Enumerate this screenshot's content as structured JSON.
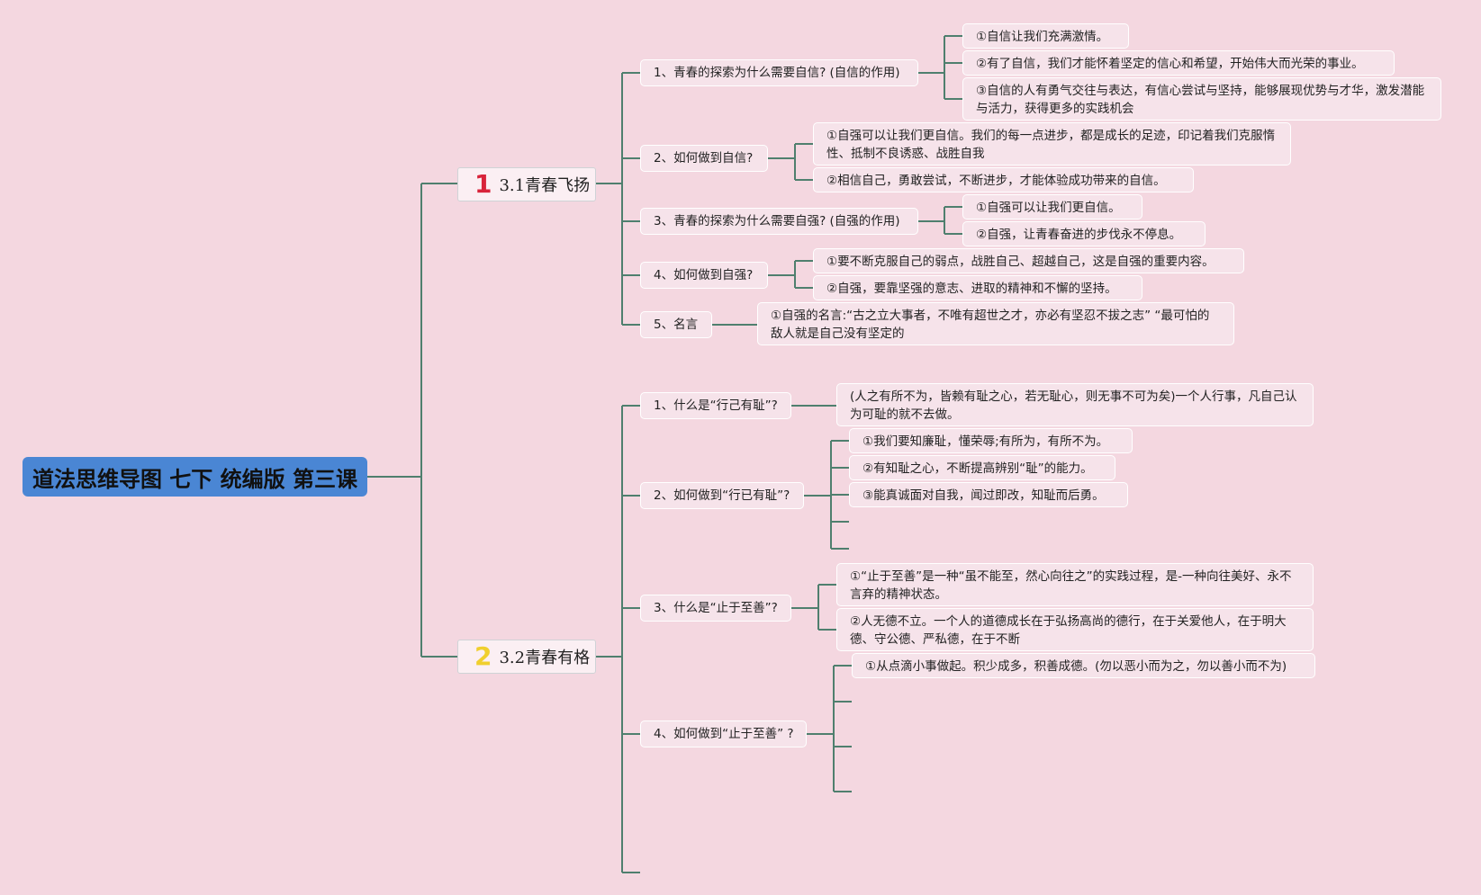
{
  "root": {
    "title": "道法思维导图 七下 统编版 第三课"
  },
  "branches": [
    {
      "number": "1",
      "label": "3.1青春飞扬",
      "number_color": "#d8233a"
    },
    {
      "number": "2",
      "label": "3.2青春有格",
      "number_color": "#f0cf2e"
    }
  ],
  "b1": {
    "q1": {
      "label": "1、青春的探索为什么需要自信? (自信的作用)",
      "answers": [
        "①自信让我们充满激情。",
        "②有了自信，我们才能怀着坚定的信心和希望，开始伟大而光荣的事业。",
        "③自信的人有勇气交往与表达，有信心尝试与坚持，能够展现优势与才华，激发潜能与活力，获得更多的实践机会"
      ]
    },
    "q2": {
      "label": "2、如何做到自信?",
      "answers": [
        "①自强可以让我们更自信。我们的每一点进步，都是成长的足迹，印记着我们克服惰性、抵制不良诱惑、战胜自我",
        "②相信自己，勇敢尝试，不断进步，才能体验成功带来的自信。"
      ]
    },
    "q3": {
      "label": "3、青春的探索为什么需要自强? (自强的作用)",
      "answers": [
        "①自强可以让我们更自信。",
        "②自强，让青春奋进的步伐永不停息。"
      ]
    },
    "q4": {
      "label": "4、如何做到自强?",
      "answers": [
        "①要不断克服自己的弱点，战胜自己、超越自己，这是自强的重要内容。",
        "②自强，要靠坚强的意志、进取的精神和不懈的坚持。"
      ]
    },
    "q5": {
      "label": "5、名言",
      "answers": [
        "①自强的名言:“古之立大事者，不唯有超世之才，亦必有坚忍不拔之志” “最可怕的敌人就是自己没有坚定的"
      ]
    }
  },
  "b2": {
    "q1": {
      "label": "1、什么是“行己有耻”?",
      "answers": [
        "(人之有所不为，皆赖有耻之心，若无耻心，则无事不可为矣)一个人行事，凡自己认为可耻的就不去做。"
      ]
    },
    "q2": {
      "label": "2、如何做到“行已有耻”?",
      "answers": [
        "①我们要知廉耻，懂荣辱;有所为，有所不为。",
        "②有知耻之心，不断提高辨别“耻”的能力。",
        "③能真诚面对自我，闻过即改，知耻而后勇。"
      ]
    },
    "q3": {
      "label": "3、什么是“止于至善”?",
      "answers": [
        "①“止于至善”是一种“虽不能至，然心向往之”的实践过程，是-一种向往美好、永不言弃的精神状态。",
        "②人无德不立。一个人的道德成长在于弘扬高尚的德行，在于关爱他人，在于明大德、守公德、严私德，在于不断"
      ]
    },
    "q4": {
      "label": "4、如何做到“止于至善” ?",
      "answers": [
        "①从点滴小事做起。积少成多，积善成德。(勿以恶小而为之，勿以善小而不为)"
      ]
    }
  },
  "colors": {
    "line": "#4f7f6e",
    "background": "#f4d7e0",
    "root_fill": "#4a86d4"
  }
}
